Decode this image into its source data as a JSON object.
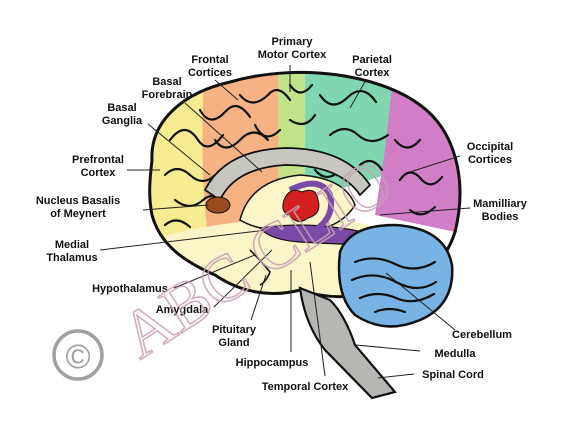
{
  "watermark": {
    "text": "ABC CLIO",
    "copyright_symbol": "©",
    "color": "#c8a0b6"
  },
  "labels": {
    "frontal": [
      "Frontal",
      "Cortices"
    ],
    "primary_motor": [
      "Primary",
      "Motor Cortex"
    ],
    "parietal": [
      "Parietal",
      "Cortex"
    ],
    "basal_forebrain": [
      "Basal",
      "Forebrain"
    ],
    "basal_ganglia": [
      "Basal",
      "Ganglia"
    ],
    "prefrontal": [
      "Prefrontal",
      "Cortex"
    ],
    "nucleus_basalis": [
      "Nucleus Basalis",
      "of Meynert"
    ],
    "medial_thalamus": [
      "Medial",
      "Thalamus"
    ],
    "hypothalamus": "Hypothalamus",
    "amygdala": "Amygdala",
    "pituitary": [
      "Pituitary",
      "Gland"
    ],
    "hippocampus": "Hippocampus",
    "temporal": "Temporal Cortex",
    "occipital": [
      "Occipital",
      "Cortices"
    ],
    "mamillary": [
      "Mamilliary",
      "Bodies"
    ],
    "cerebellum": "Cerebellum",
    "medulla": "Medulla",
    "spinal_cord": "Spinal Cord"
  },
  "colors": {
    "prefrontal": "#f7ec92",
    "frontal": "#f7b283",
    "motor": "#c2e38a",
    "parietal": "#7fd6b0",
    "occipital": "#d27ec6",
    "temporal": "#fbf6c8",
    "cerebellum": "#77b3e4",
    "brainstem": "#b5b8b2",
    "limbic_gray": "#c7c7c0",
    "thalamus_purple": "#7a4ba6",
    "amygdala_red": "#d41f1f",
    "nucleus_brown": "#9b4a1d"
  }
}
